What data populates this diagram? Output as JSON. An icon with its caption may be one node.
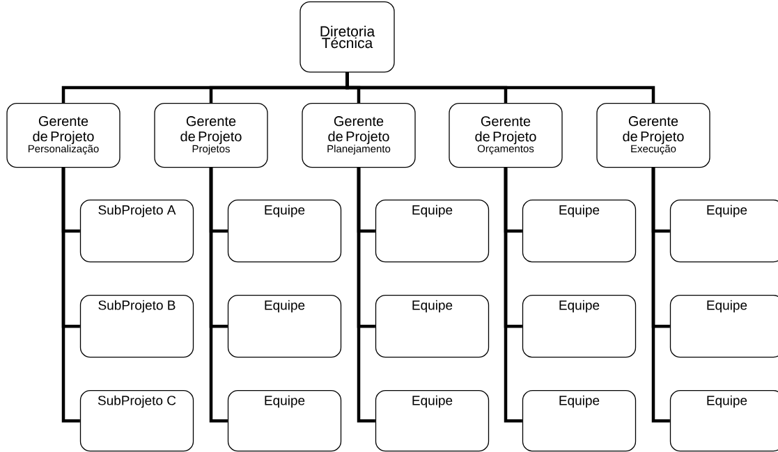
{
  "diagram": {
    "nodes": [
      {
        "text": [
          "Diretoria Técnica"
        ]
      },
      {
        "text": [
          "Gerente de Projeto",
          "Personalização"
        ]
      },
      {
        "text": [
          "Gerente de Projeto",
          "Projetos"
        ]
      },
      {
        "text": [
          "Gerente de Projeto",
          "Planejamento"
        ]
      },
      {
        "text": [
          "Gerente de Projeto",
          "Orçamentos"
        ]
      },
      {
        "text": [
          "Gerente de Projeto",
          "Execução"
        ]
      },
      {
        "text": [
          "SubProjeto A"
        ]
      },
      {
        "text": [
          "SubProjeto B"
        ]
      },
      {
        "text": [
          "SubProjeto C"
        ]
      },
      {
        "text": [
          "Equipe"
        ]
      },
      {
        "text": [
          "Equipe"
        ]
      },
      {
        "text": [
          "Equipe"
        ]
      },
      {
        "text": [
          "Equipe"
        ]
      },
      {
        "text": [
          "Equipe"
        ]
      },
      {
        "text": [
          "Equipe"
        ]
      },
      {
        "text": [
          "Equipe"
        ]
      },
      {
        "text": [
          "Equipe"
        ]
      },
      {
        "text": [
          "Equipe"
        ]
      },
      {
        "text": [
          "Equipe"
        ]
      },
      {
        "text": [
          "Equipe"
        ]
      },
      {
        "text": [
          "Equipe"
        ]
      }
    ],
    "edges": [
      {
        "from": 0,
        "to": 1,
        "arrow": "none"
      },
      {
        "from": 0,
        "to": 2,
        "arrow": "none"
      },
      {
        "from": 0,
        "to": 3,
        "arrow": "none"
      },
      {
        "from": 0,
        "to": 4,
        "arrow": "none"
      },
      {
        "from": 0,
        "to": 5,
        "arrow": "none"
      },
      {
        "from": 1,
        "to": 6,
        "arrow": "none"
      },
      {
        "from": 1,
        "to": 7,
        "arrow": "none"
      },
      {
        "from": 1,
        "to": 8,
        "arrow": "none"
      },
      {
        "from": 2,
        "to": 9,
        "arrow": "none"
      },
      {
        "from": 2,
        "to": 10,
        "arrow": "none"
      },
      {
        "from": 2,
        "to": 11,
        "arrow": "none"
      },
      {
        "from": 3,
        "to": 12,
        "arrow": "none"
      },
      {
        "from": 3,
        "to": 13,
        "arrow": "none"
      },
      {
        "from": 3,
        "to": 14,
        "arrow": "none"
      },
      {
        "from": 4,
        "to": 15,
        "arrow": "none"
      },
      {
        "from": 4,
        "to": 16,
        "arrow": "none"
      },
      {
        "from": 4,
        "to": 17,
        "arrow": "none"
      },
      {
        "from": 5,
        "to": 18,
        "arrow": "none"
      },
      {
        "from": 5,
        "to": 19,
        "arrow": "none"
      },
      {
        "from": 5,
        "to": 20,
        "arrow": "none"
      }
    ]
  }
}
